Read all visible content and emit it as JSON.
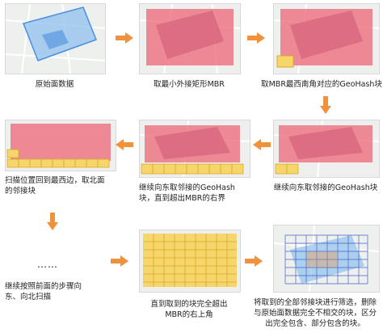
{
  "steps": [
    {
      "caption": [
        "原始面数据"
      ]
    },
    {
      "caption": [
        "取最小外接矩形MBR"
      ]
    },
    {
      "caption": [
        "取MBR最西南角对应的GeoHash块"
      ]
    },
    {
      "caption": [
        "扫描位置回到最西边，取北面",
        "的邻接块"
      ]
    },
    {
      "caption": [
        "继续向东取邻接的GeoHash",
        "块，直到超出MBR的右界"
      ]
    },
    {
      "caption": [
        "继续向东取邻接的GeoHash块"
      ]
    },
    {
      "caption": [
        "继续按照前面的步骤向",
        "东、向北扫描"
      ]
    },
    {
      "caption": [
        "直到取到的块完全超出",
        "MBR的右上角"
      ]
    },
    {
      "caption": [
        "将取到的全部邻接块进行筛选，删除",
        "与原始面数据完全不相交的块，区分",
        "出完全包含、部分包含的块。"
      ]
    }
  ],
  "ellipsis": "……",
  "colors": {
    "arrow": "#f0913c",
    "mbr": "#ec6f7e",
    "block": "#f6d66a",
    "polygon": "#4a8fe0",
    "map_bg": "#eef0ee"
  }
}
